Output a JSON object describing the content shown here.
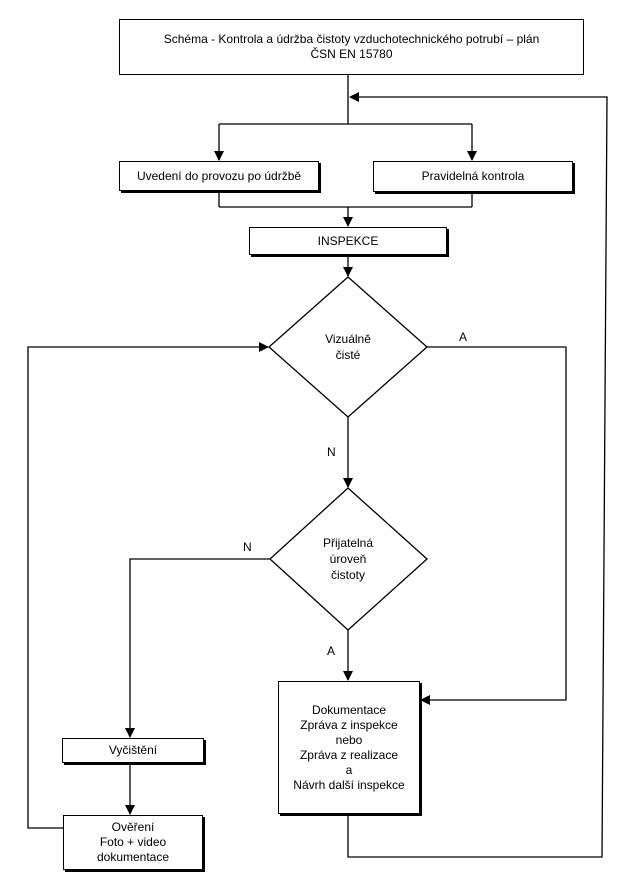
{
  "title": {
    "line1": "Schéma - Kontrola a údržba čistoty vzduchotechnického potrubí – plán",
    "line2": "ČSN EN 15780"
  },
  "start_left": "Uvedení do provozu po údržbě",
  "start_right": "Pravidelná kontrola",
  "inspection": "INSPEKCE",
  "decision1": {
    "line1": "Vizuálně",
    "line2": "čisté"
  },
  "decision2": {
    "line1": "Přijatelná",
    "line2": "úroveň",
    "line3": "čistoty"
  },
  "documentation": {
    "line1": "Dokumentace",
    "line2": "Zpráva z inspekce",
    "line3": "nebo",
    "line4": "Zpráva z realizace",
    "line5": "a",
    "line6": "Návrh další inspekce"
  },
  "cleaning": "Vyčištění",
  "verification": {
    "line1": "Ověření",
    "line2": "Foto + video",
    "line3": "dokumentace"
  },
  "labels": {
    "d1_yes": "A",
    "d1_no": "N",
    "d2_no": "N",
    "d2_yes": "A"
  }
}
